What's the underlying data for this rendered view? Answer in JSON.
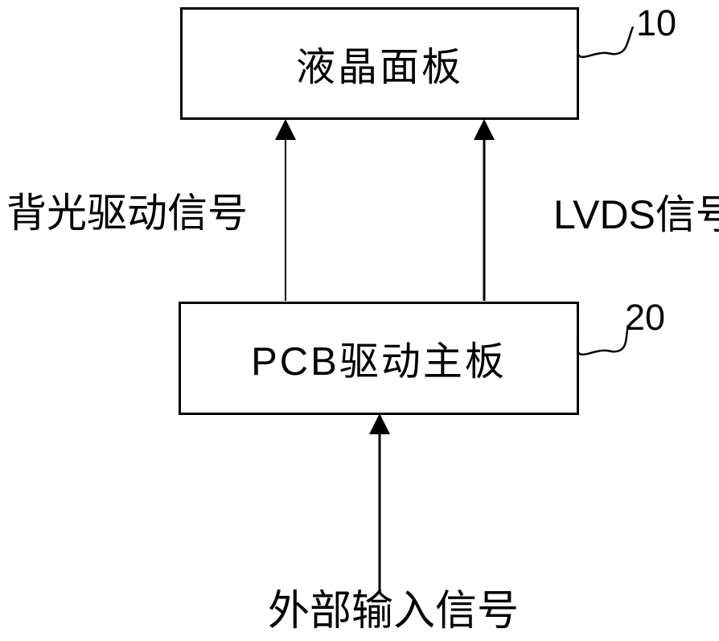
{
  "diagram": {
    "background_color": "#ffffff",
    "line_color": "#000000",
    "boxes": [
      {
        "name": "lcd-panel",
        "label": "液晶面板",
        "ref": "10"
      },
      {
        "name": "pcb-driver-board",
        "label": "PCB驱动主板",
        "ref": "20"
      }
    ],
    "signals": {
      "backlight": "背光驱动信号",
      "lvds": "LVDS信号",
      "external": "外部输入信号"
    }
  }
}
